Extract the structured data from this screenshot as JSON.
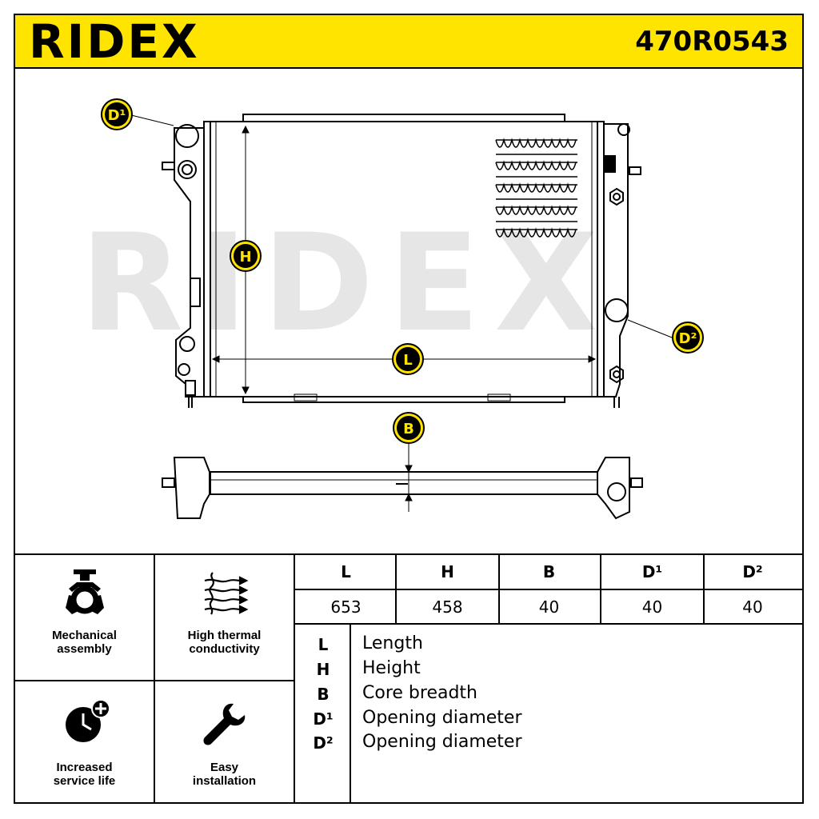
{
  "header": {
    "brand": "RIDEX",
    "part_number": "470R0543",
    "accent_color": "#ffe400"
  },
  "diagram": {
    "labels": {
      "d1": "D¹",
      "d2": "D²",
      "h": "H",
      "l": "L",
      "b": "B"
    },
    "watermark": "RIDEX"
  },
  "features": [
    {
      "icon": "mechanical-assembly-icon",
      "line1": "Mechanical",
      "line2": "assembly"
    },
    {
      "icon": "thermal-conductivity-icon",
      "line1": "High thermal",
      "line2": "conductivity"
    },
    {
      "icon": "service-life-icon",
      "line1": "Increased",
      "line2": "service life"
    },
    {
      "icon": "wrench-icon",
      "line1": "Easy",
      "line2": "installation"
    }
  ],
  "dimensions": {
    "headers": [
      "L",
      "H",
      "B",
      "D¹",
      "D²"
    ],
    "values": [
      "653",
      "458",
      "40",
      "40",
      "40"
    ]
  },
  "legend": [
    {
      "symbol": "L",
      "description": "Length"
    },
    {
      "symbol": "H",
      "description": "Height"
    },
    {
      "symbol": "B",
      "description": "Core breadth"
    },
    {
      "symbol": "D¹",
      "description": "Opening diameter"
    },
    {
      "symbol": "D²",
      "description": "Opening diameter"
    }
  ]
}
